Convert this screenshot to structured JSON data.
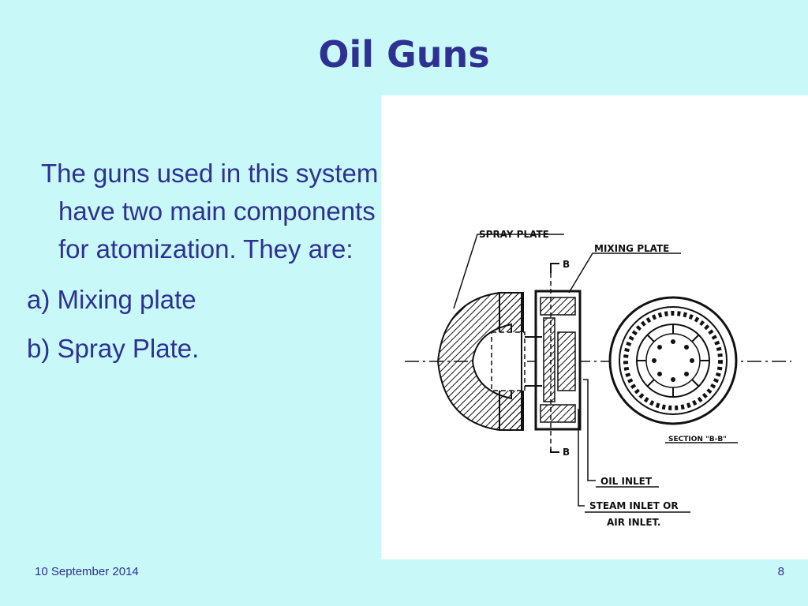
{
  "slide": {
    "title": "Oil Guns",
    "intro": "The guns used in this system have two main components for atomization. They are:",
    "items": [
      "a) Mixing plate",
      "b) Spray Plate."
    ],
    "footer": {
      "date": "10 September 2014",
      "page": "8"
    }
  },
  "figure": {
    "labels": {
      "spray_plate": "SPRAY PLATE",
      "mixing_plate": "MIXING PLATE",
      "section": "SECTION \"B-B\"",
      "oil_inlet": "OIL INLET",
      "steam_inlet_1": "STEAM INLET OR",
      "steam_inlet_2": "AIR INLET.",
      "b_top": "B",
      "b_bottom": "B"
    }
  },
  "colors": {
    "background": "#c8f8f8",
    "text": "#2e3192",
    "figure_bg": "#ffffff"
  }
}
